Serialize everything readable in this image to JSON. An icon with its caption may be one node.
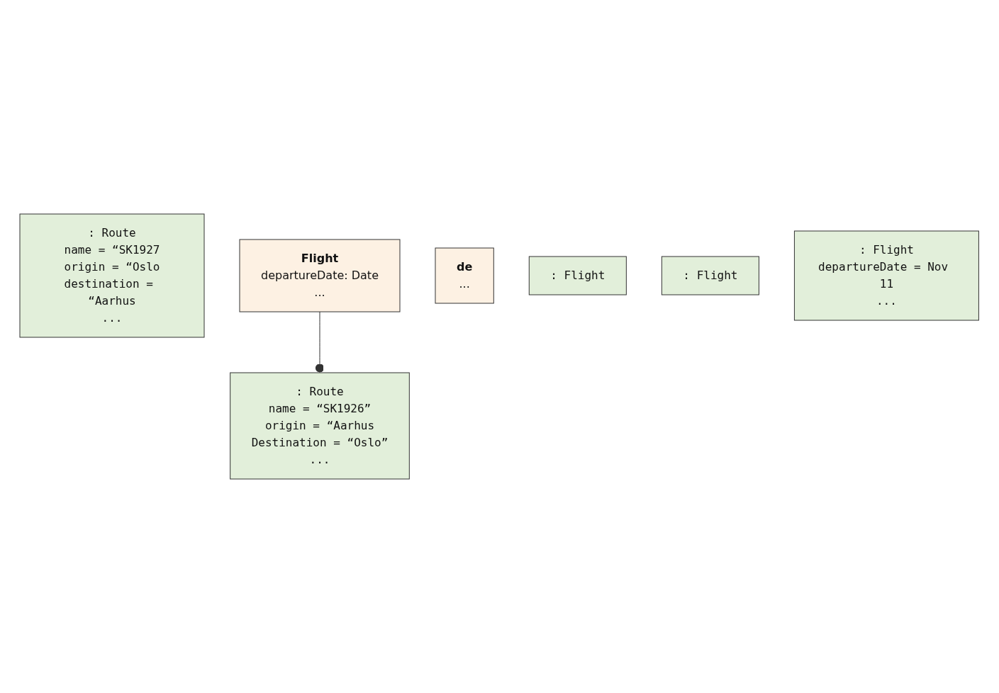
{
  "diagram": {
    "nodes": [
      {
        "text": [
          ": Route",
          "name = “SK1926”",
          "origin = “Aarhus",
          "Destination = “Oslo”",
          "..."
        ]
      },
      {
        "text": [
          ": Route",
          "name = “SK1927",
          "origin = “Oslo",
          "destination = “Aarhus",
          "..."
        ]
      },
      {
        "text": [
          "Flight",
          "departureDate: Date",
          "..."
        ]
      },
      {
        "text": [
          "de",
          "..."
        ]
      },
      {
        "text": [
          ": Flight"
        ]
      },
      {
        "text": [
          ": Flight"
        ]
      },
      {
        "text": [
          ": Flight",
          "departureDate = Nov 11",
          "..."
        ]
      }
    ],
    "edges": [
      {
        "from": 0,
        "to": 2,
        "arrow": "other"
      }
    ]
  }
}
